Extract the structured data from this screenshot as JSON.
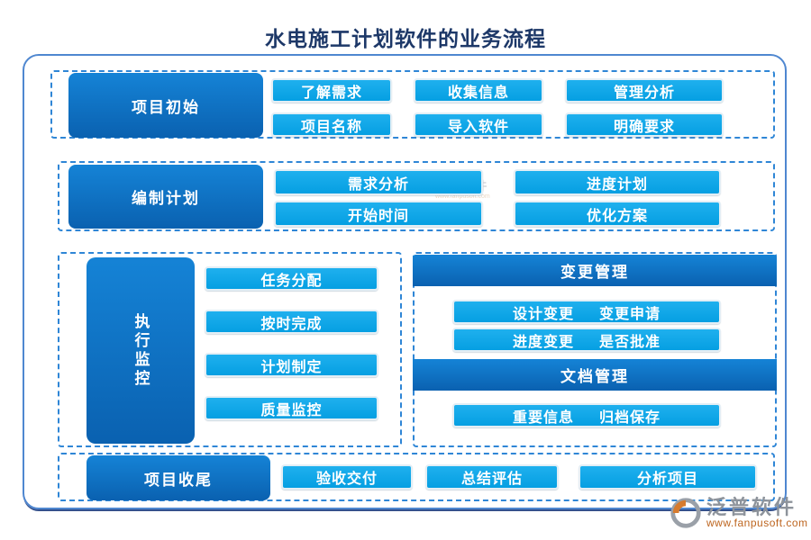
{
  "title": "水电施工计划软件的业务流程",
  "colors": {
    "title_text": "#1d3868",
    "stage_block_dark": "#0a61b0",
    "node_light_blue": "#0aa3e6",
    "dashed_border": "#2f86d6",
    "outer_border": "#4f87d0",
    "logo_gray": "#8d939b",
    "logo_orange": "#bd651f"
  },
  "sections": {
    "init": {
      "label": "项目初始",
      "buttons": [
        "了解需求",
        "收集信息",
        "管理分析",
        "项目名称",
        "导入软件",
        "明确要求"
      ]
    },
    "plan": {
      "label": "编制计划",
      "buttons": [
        "需求分析",
        "进度计划",
        "开始时间",
        "优化方案"
      ]
    },
    "monitor": {
      "label": "执行监控",
      "buttons": [
        "任务分配",
        "按时完成",
        "计划制定",
        "质量监控"
      ]
    },
    "change": {
      "header": "变更管理",
      "rows": [
        {
          "left": "设计变更",
          "right": "变更申请"
        },
        {
          "left": "进度变更",
          "right": "是否批准"
        }
      ]
    },
    "doc": {
      "header": "文档管理",
      "rows": [
        {
          "left": "重要信息",
          "right": "归档保存"
        }
      ]
    },
    "closing": {
      "label": "项目收尾",
      "buttons": [
        "验收交付",
        "总结评估",
        "分析项目"
      ]
    }
  },
  "watermark": {
    "brand": "泛普软件",
    "url": "www.fanpusoft.com"
  }
}
